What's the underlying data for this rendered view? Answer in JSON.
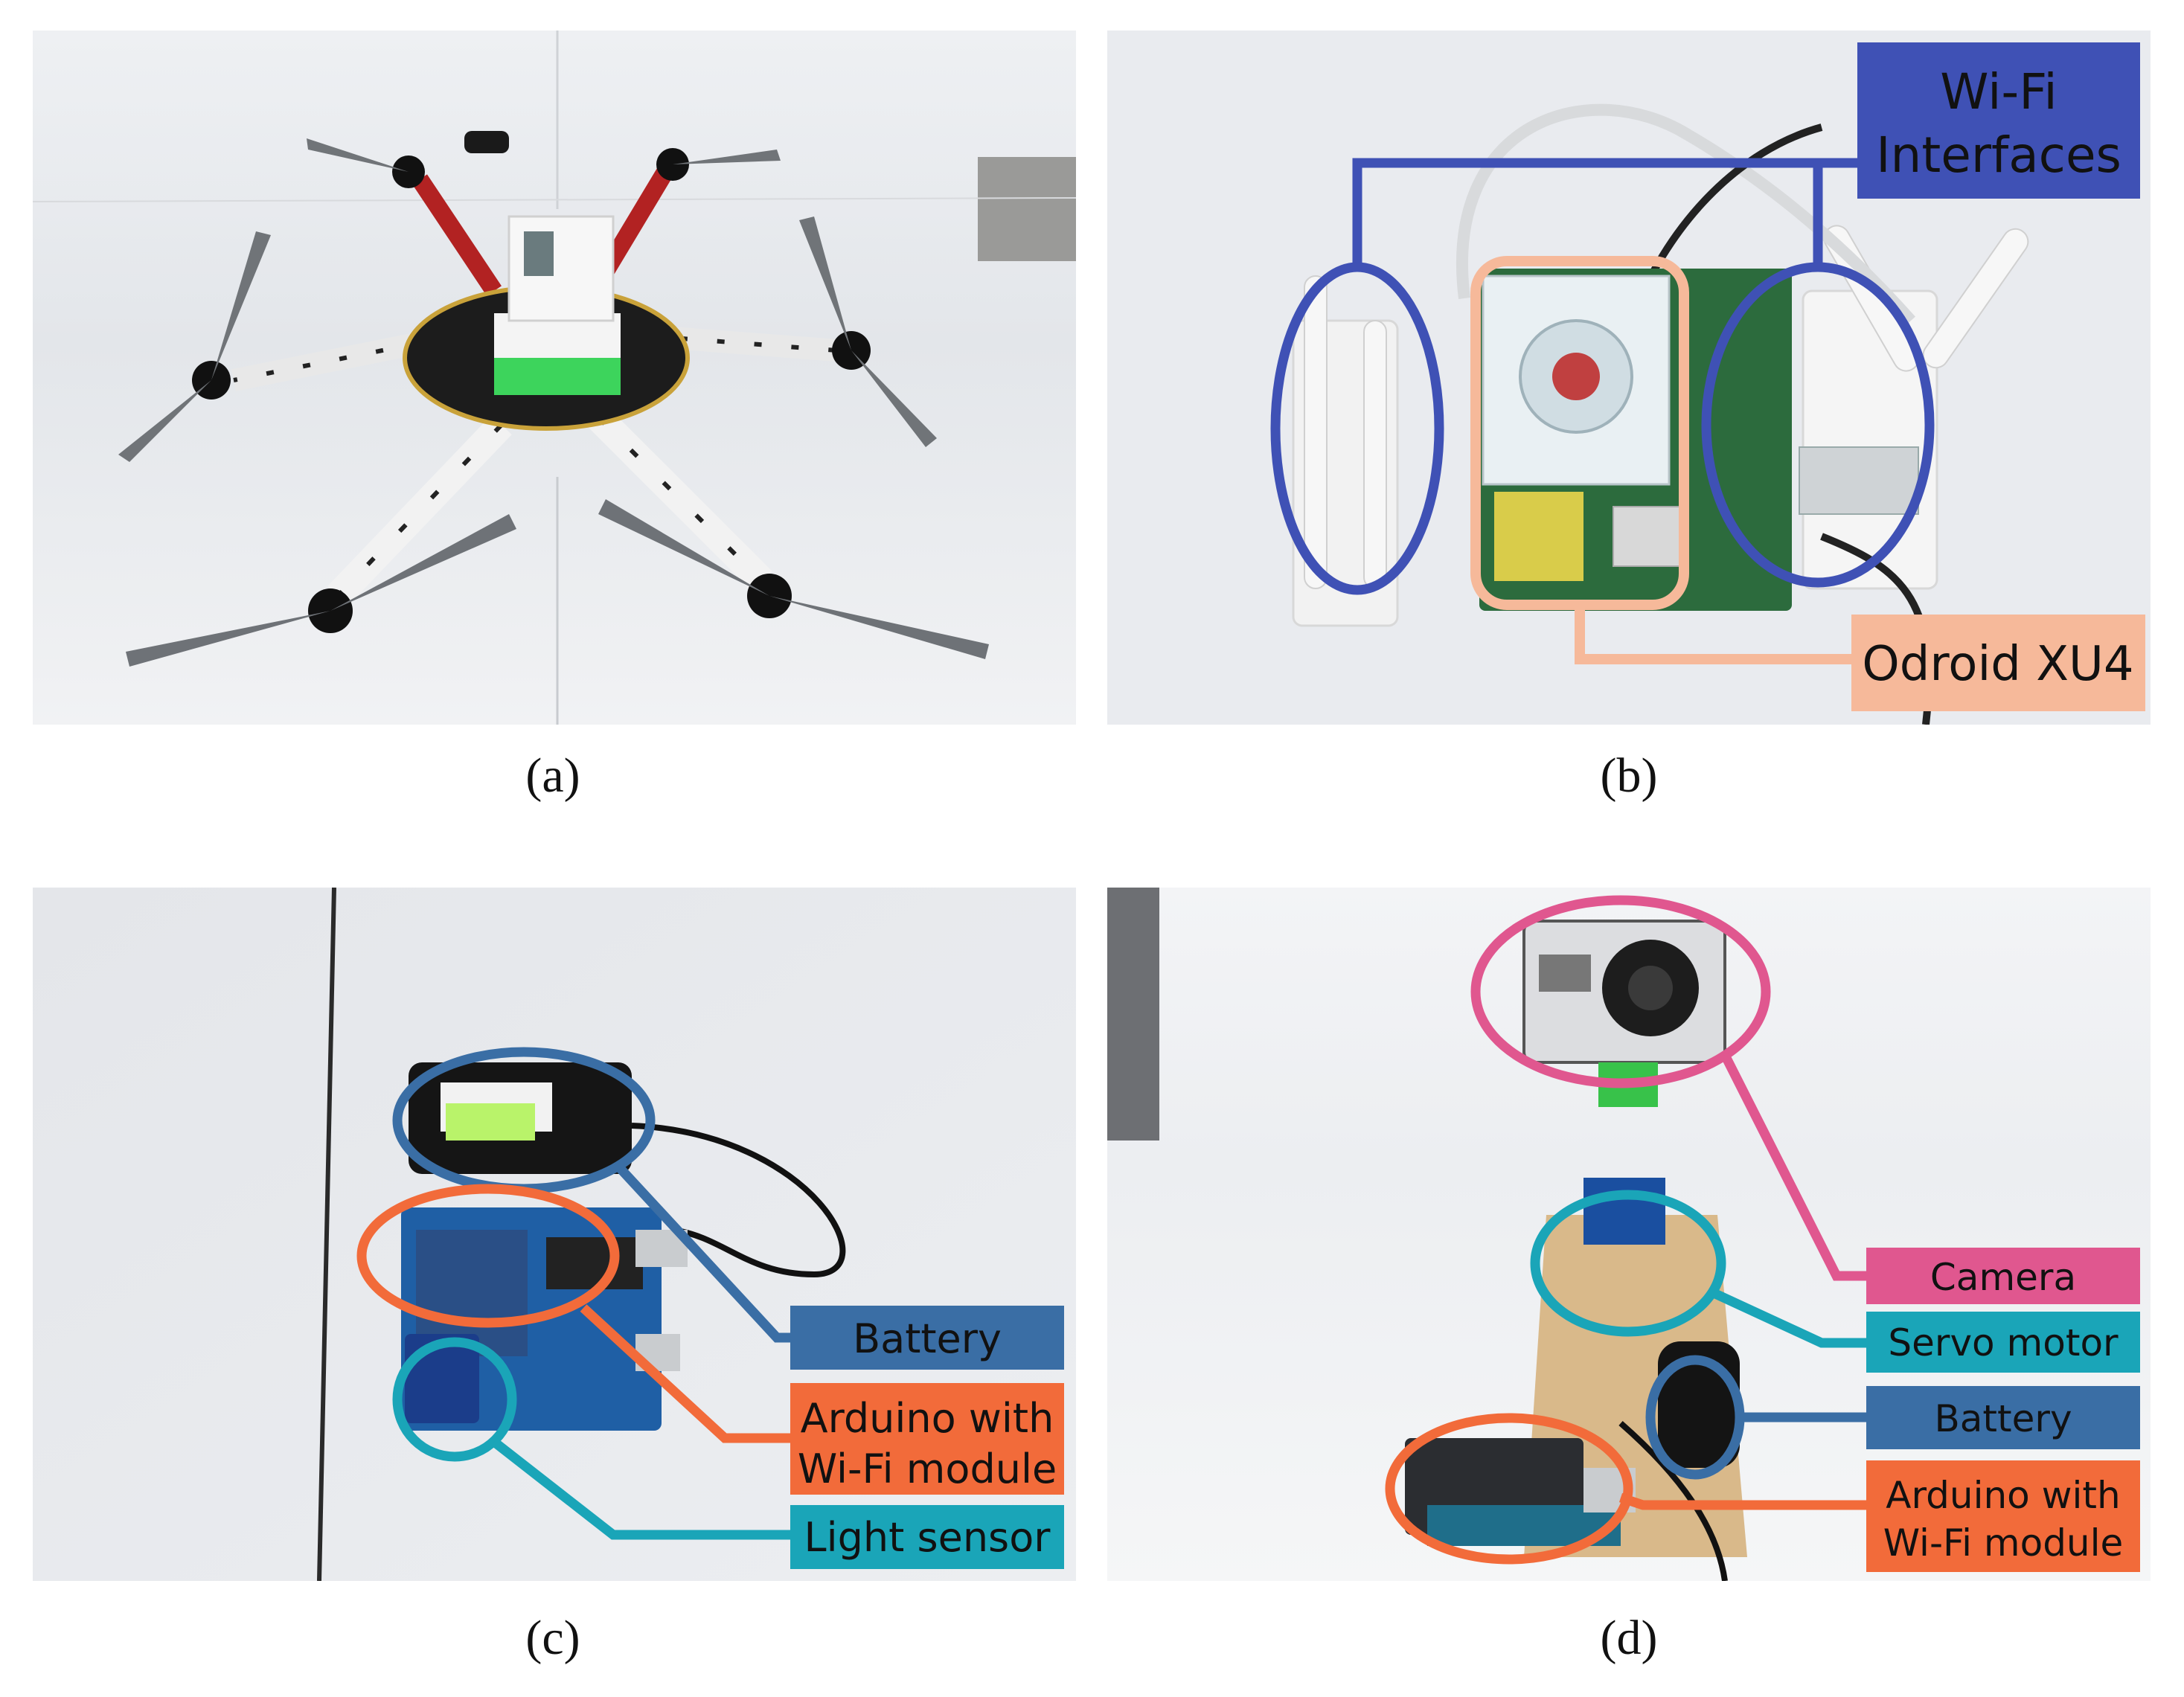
{
  "figure": {
    "panels": [
      {
        "caption": "(a)"
      },
      {
        "caption": "(b)",
        "labels": {
          "wifi_line1": "Wi-Fi",
          "wifi_line2": "Interfaces",
          "odroid": "Odroid XU4"
        }
      },
      {
        "caption": "(c)",
        "labels": {
          "battery": "Battery",
          "arduino_line1": "Arduino with",
          "arduino_line2": "Wi-Fi module",
          "light": "Light sensor"
        }
      },
      {
        "caption": "(d)",
        "labels": {
          "camera": "Camera",
          "servo": "Servo motor",
          "battery": "Battery",
          "arduino_line1": "Arduino with",
          "arduino_line2": "Wi-Fi module"
        }
      }
    ]
  },
  "colors": {
    "blue": "#3f51b5",
    "peach": "#f6b99a",
    "steel_blue": "#3a6ea5",
    "orange": "#f26b3a",
    "teal": "#1aa5b8",
    "pink": "#e0578f",
    "backdrop": "#e6e8ec"
  }
}
